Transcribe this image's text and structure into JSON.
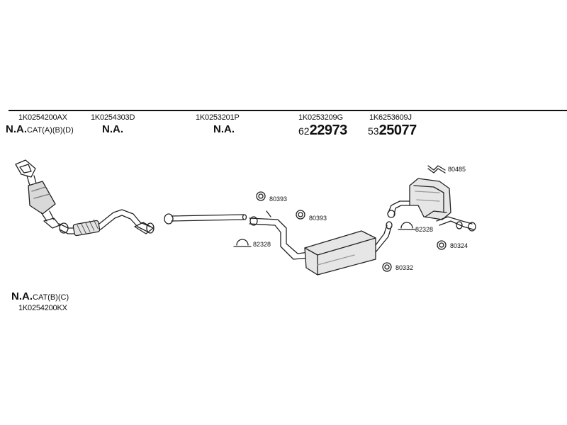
{
  "header": {
    "col1": {
      "part": "1K0254200AX",
      "status": "N.A.",
      "note": "CAT(A)(B)(D)"
    },
    "col2": {
      "part": "1K0254303D",
      "status": "N.A."
    },
    "col3": {
      "part": "1K0253201P",
      "status": "N.A."
    },
    "col4": {
      "part": "1K0253209G",
      "price_prefix": "62",
      "price_main": "22973"
    },
    "col5": {
      "part": "1K6253609J",
      "price_prefix": "53",
      "price_main": "25077"
    }
  },
  "callouts": {
    "c80485": "80485",
    "c80393a": "80393",
    "c80393b": "80393",
    "c82328a": "82328",
    "c82328b": "82328",
    "c80332": "80332",
    "c80324": "80324"
  },
  "footer": {
    "status": "N.A.",
    "note": "CAT(B)(C)",
    "part": "1K0254200KX"
  }
}
